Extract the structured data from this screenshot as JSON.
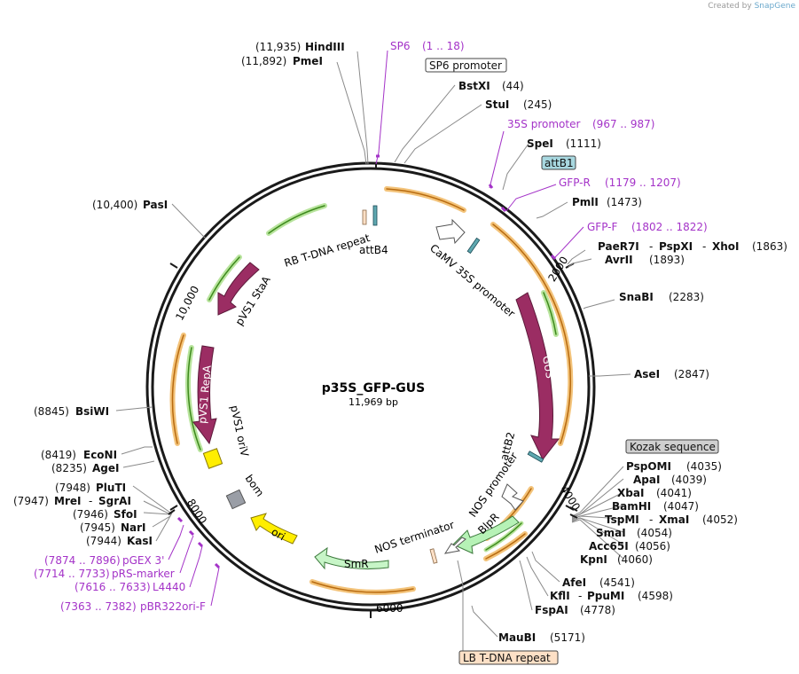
{
  "credit": {
    "prefix": "Created by",
    "brand": "SnapGene"
  },
  "plasmid": {
    "name": "p35S_GFP-GUS",
    "length": "11,969 bp"
  },
  "tick_labels": [
    "2000",
    "4000",
    "6000",
    "8000",
    "10,000"
  ],
  "sites": [
    {
      "name": "HindIII",
      "pos": "(11,935)"
    },
    {
      "name": "PmeI",
      "pos": "(11,892)"
    },
    {
      "name": "BstXI",
      "pos": "(44)"
    },
    {
      "name": "StuI",
      "pos": "(245)"
    },
    {
      "name": "SpeI",
      "pos": "(1111)"
    },
    {
      "name": "PmlI",
      "pos": "(1473)"
    },
    {
      "name": "PaeR7I",
      "name2": "PspXI",
      "name3": "XhoI",
      "pos": "(1863)"
    },
    {
      "name": "AvrII",
      "pos": "(1893)"
    },
    {
      "name": "SnaBI",
      "pos": "(2283)"
    },
    {
      "name": "AseI",
      "pos": "(2847)"
    },
    {
      "name": "PspOMI",
      "pos": "(4035)"
    },
    {
      "name": "ApaI",
      "pos": "(4039)"
    },
    {
      "name": "XbaI",
      "pos": "(4041)"
    },
    {
      "name": "BamHI",
      "pos": "(4047)"
    },
    {
      "name": "TspMI",
      "name2": "XmaI",
      "pos": "(4052)"
    },
    {
      "name": "SmaI",
      "pos": "(4054)"
    },
    {
      "name": "Acc65I",
      "pos": "(4056)"
    },
    {
      "name": "KpnI",
      "pos": "(4060)"
    },
    {
      "name": "AfeI",
      "pos": "(4541)"
    },
    {
      "name": "KflI",
      "name2": "PpuMI",
      "pos": "(4598)"
    },
    {
      "name": "FspAI",
      "pos": "(4778)"
    },
    {
      "name": "MauBI",
      "pos": "(5171)"
    },
    {
      "name": "KasI",
      "pos": "(7944)"
    },
    {
      "name": "NarI",
      "pos": "(7945)"
    },
    {
      "name": "SfoI",
      "pos": "(7946)"
    },
    {
      "name": "MreI",
      "name2": "SgrAI",
      "pos": "(7947)"
    },
    {
      "name": "PluTI",
      "pos": "(7948)"
    },
    {
      "name": "AgeI",
      "pos": "(8235)"
    },
    {
      "name": "EcoNI",
      "pos": "(8419)"
    },
    {
      "name": "BsiWI",
      "pos": "(8845)"
    },
    {
      "name": "PasI",
      "pos": "(10,400)"
    }
  ],
  "primers": [
    {
      "name": "SP6",
      "range": "(1 .. 18)"
    },
    {
      "name": "35S promoter",
      "range": "(967 .. 987)"
    },
    {
      "name": "GFP-R",
      "range": "(1179 .. 1207)"
    },
    {
      "name": "GFP-F",
      "range": "(1802 .. 1822)"
    },
    {
      "name": "pGEX 3'",
      "range": "(7874 .. 7896)"
    },
    {
      "name": "pRS-marker",
      "range": "(7714 .. 7733)"
    },
    {
      "name": "L4440",
      "range": "(7616 .. 7633)"
    },
    {
      "name": "pBR322ori-F",
      "range": "(7363 .. 7382)"
    }
  ],
  "boxed_labels": {
    "sp6_promoter": "SP6 promoter",
    "attB1": "attB1",
    "kozak": "Kozak sequence",
    "lb_repeat": "LB T-DNA repeat"
  },
  "feature_labels": {
    "rb_repeat": "RB T-DNA repeat",
    "attB4": "attB4",
    "camv": "CaMV 35S promoter",
    "gus": "GUS",
    "attB2": "attB2",
    "nos_promoter": "NOS promoter",
    "blpr": "BlpR",
    "nos_terminator": "NOS terminator",
    "smr": "SmR",
    "ori": "ori",
    "bom": "bom",
    "pvs1_oriv": "pVS1 oriV",
    "pvs1_repa": "pVS1 RepA",
    "pvs1_staa": "pVS1 StaA"
  },
  "colors": {
    "backbone": "#1a1a1a",
    "gus": "#9b2d63",
    "repa": "#9b2d63",
    "staa": "#9b2d63",
    "blpr": "#b6f2b6",
    "smr": "#c7f5c7",
    "ori": "#ffee00",
    "oriv": "#ffee00",
    "bom": "#9a9ea6",
    "orf_orange": "#e59a2a",
    "orf_green": "#5ab03c",
    "primer": "#a433c8",
    "attB_fill": "#5fa8b0",
    "attB1_box": "#a8d8e0",
    "kozak_box": "#cfcfcf",
    "lb_box": "#fde0c6"
  }
}
